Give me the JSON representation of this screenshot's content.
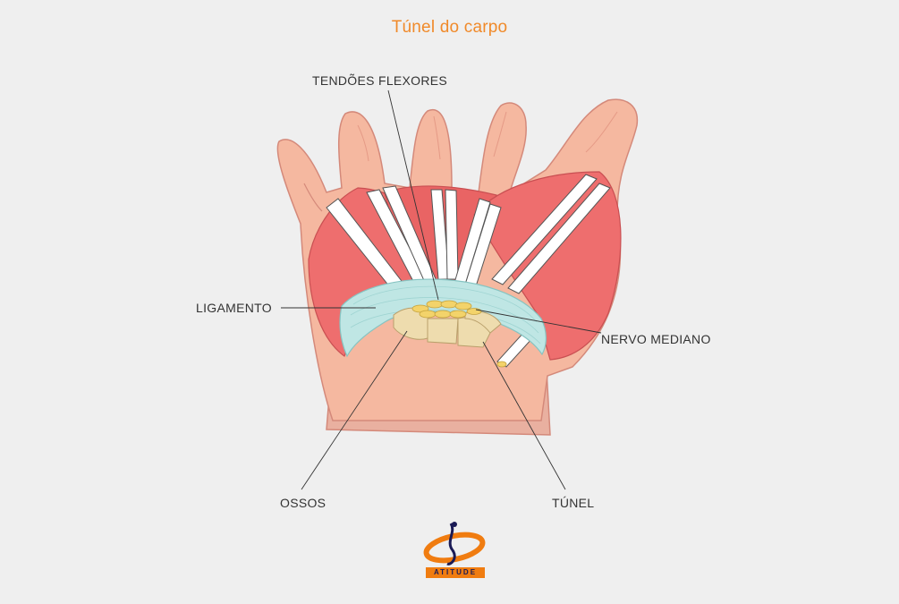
{
  "title": "Túnel do carpo",
  "labels": {
    "tendons": "TENDÕES FLEXORES",
    "ligament": "LIGAMENTO",
    "nerve": "NERVO MEDIANO",
    "bones": "OSSOS",
    "tunnel": "TÚNEL"
  },
  "logo": {
    "text": "ATITUDE"
  },
  "colors": {
    "title": "#f08a2a",
    "skin": "#f5b8a0",
    "muscle": "#ee6e6e",
    "ligament": "#bfe6e4",
    "bone": "#eedcae",
    "nerve": "#f3d36a",
    "logo_orange": "#f07c10",
    "logo_navy": "#1a1a55"
  }
}
